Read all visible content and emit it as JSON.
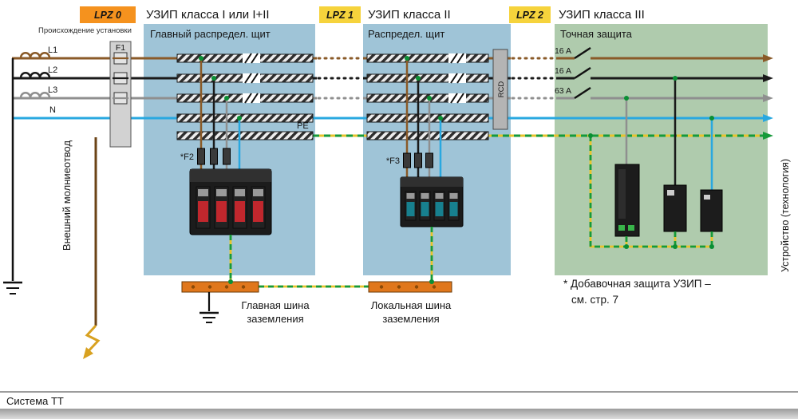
{
  "header": {
    "lpz0": "LPZ 0",
    "lpz1": "LPZ 1",
    "lpz2": "LPZ 2",
    "class1": "УЗИП класса I или I+II",
    "class2": "УЗИП класса II",
    "class3": "УЗИП класса III",
    "origin": "Происхождение установки"
  },
  "panels": {
    "main_board": "Главный распредел. щит",
    "dist_board": "Распредел. щит",
    "fine_protection": "Точная защита"
  },
  "lines": {
    "l1": "L1",
    "l2": "L2",
    "l3": "L3",
    "n": "N",
    "pe": "PE"
  },
  "components": {
    "f1": "F1",
    "f2": "*F2",
    "f3": "*F3",
    "rcd": "RCD",
    "breakers": [
      "16 A",
      "16 A",
      "63 A"
    ]
  },
  "busbars": {
    "main": {
      "line1": "Главная шина",
      "line2": "заземления"
    },
    "local": {
      "line1": "Локальная шина",
      "line2": "заземления"
    }
  },
  "notes": {
    "additional_line1": "* Добавочная защита УЗИП –",
    "additional_line2": "см. стр. 7"
  },
  "sides": {
    "left": "Внешний молниеотвод",
    "right": "Устройство (технология)"
  },
  "footer": {
    "system": "Система ТТ"
  },
  "colors": {
    "l1": "#8a5a28",
    "l2": "#1a1a1a",
    "l3": "#8f8f8f",
    "n": "#29a8e0",
    "pe_green": "#169a3a",
    "pe_yellow": "#e6c32d",
    "panel_blue": "#9fc4d7",
    "panel_green": "#afcbad",
    "lpz0_bg": "#f5921e",
    "lpz12_bg": "#f6d33c",
    "bus_orange": "#e0771c",
    "dot_green": "#0a8f34",
    "lightning": "#d8a120"
  }
}
